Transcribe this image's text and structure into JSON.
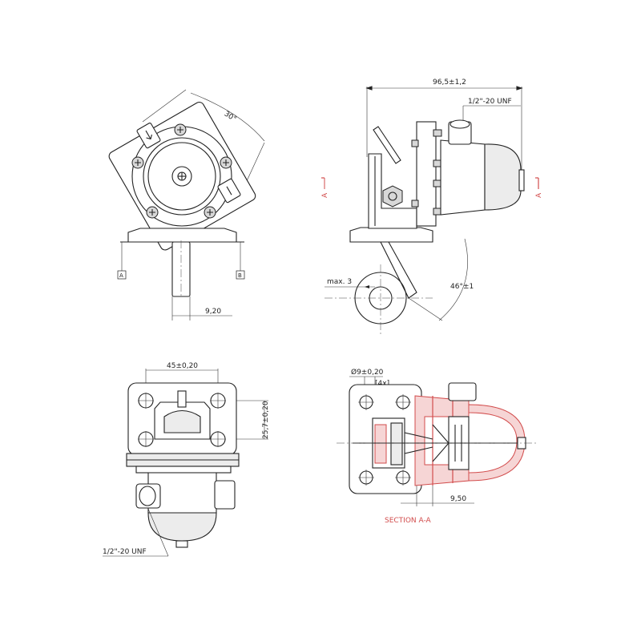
{
  "views": {
    "front": {
      "angle": "30°",
      "datum_a": "A",
      "datum_b": "B",
      "dim_width": "9,20"
    },
    "side": {
      "overall_length": "96,5±1,2",
      "thread": "1/2\"-20 UNF",
      "section_marker_left": "A",
      "section_marker_right": "A",
      "max_label": "max. 3",
      "lever_angle": "46°±1"
    },
    "bottom": {
      "dim_horizontal": "45±0,20",
      "dim_vertical": "25,7±0,20",
      "thread": "1/2\"-20 UNF"
    },
    "section": {
      "hole_diameter": "Ø9±0,20",
      "hole_count": "[4x]",
      "dim_depth": "9,50",
      "title": "SECTION A-A"
    }
  },
  "colors": {
    "line": "#222222",
    "section": "#d24c4c",
    "section_fill": "#f6d5d5"
  }
}
